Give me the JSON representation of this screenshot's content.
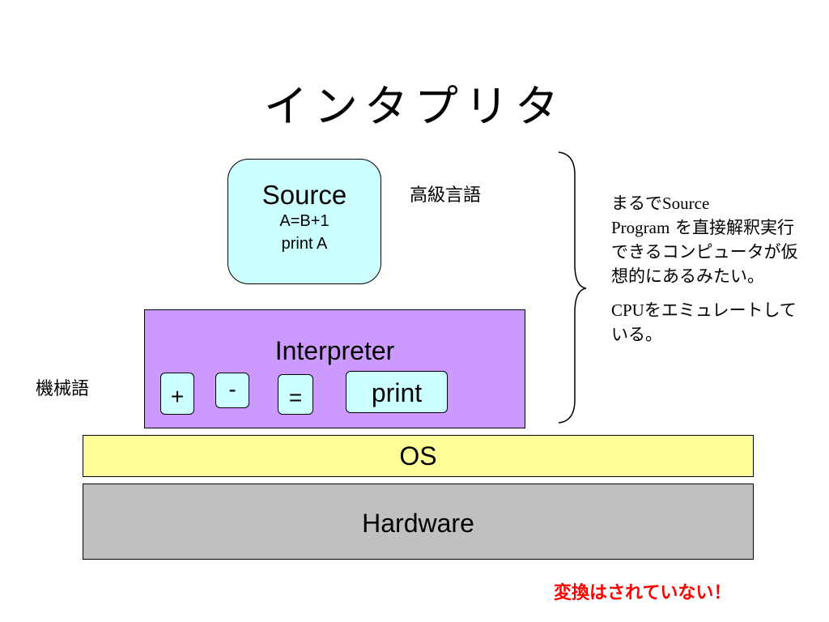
{
  "title": "インタプリタ",
  "source": {
    "title": "Source",
    "lines": [
      "A=B+1",
      "print A"
    ]
  },
  "labels": {
    "high_level": "高級言語",
    "machine": "機械語"
  },
  "interpreter": {
    "title": "Interpreter",
    "ops": [
      "+",
      "-",
      "=",
      "print"
    ]
  },
  "os": "OS",
  "hardware": "Hardware",
  "description": {
    "p1_prefix": "まるで",
    "p1_source": "Source",
    "p1_program": "Program",
    "p1_rest": "を直接解釈実行できるコンピュータが仮想的にあるみたい。",
    "p2_cpu": "CPU",
    "p2_rest": "をエミュレートしている。"
  },
  "note": "変換はされていない！",
  "colors": {
    "source_fill": "#ccffff",
    "interpreter_fill": "#cc99ff",
    "os_fill": "#ffff99",
    "hardware_fill": "#c0c0c0",
    "note_text": "#ff0000"
  },
  "icons": {
    "brace": "right-curly-brace"
  }
}
